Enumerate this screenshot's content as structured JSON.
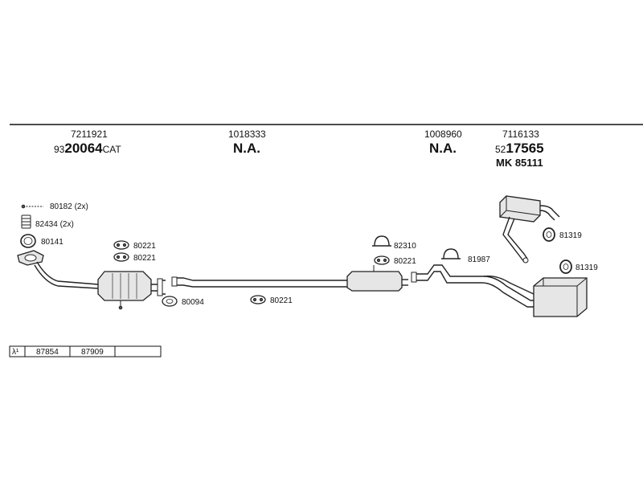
{
  "header_columns": [
    {
      "number": "7211921",
      "part_prefix": "93",
      "part_main": "20064",
      "part_suffix": "CAT",
      "extra": ""
    },
    {
      "number": "1018333",
      "part_prefix": "",
      "part_main": "N.A.",
      "part_suffix": "",
      "extra": ""
    },
    {
      "number": "1008960",
      "part_prefix": "",
      "part_main": "N.A.",
      "part_suffix": "",
      "extra": ""
    },
    {
      "number": "7116133",
      "part_prefix": "52",
      "part_main": "17565",
      "part_suffix": "",
      "extra": "MK 85111"
    }
  ],
  "callouts": {
    "c80182": "80182 (2x)",
    "c82434": "82434 (2x)",
    "c80141": "80141",
    "c80221a": "80221",
    "c80221b": "80221",
    "c80094": "80094",
    "c80221c": "80221",
    "c82310": "82310",
    "c80221d": "80221",
    "c81987": "81987",
    "c81319a": "81319",
    "c81319b": "81319"
  },
  "lambda_table": {
    "symbol": "λ¹",
    "cells": [
      "87854",
      "87909"
    ]
  }
}
